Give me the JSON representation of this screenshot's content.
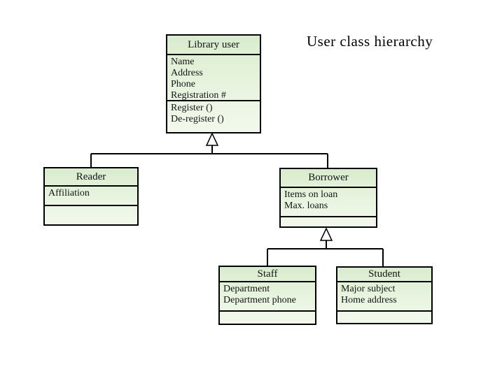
{
  "title": "User class hierarchy",
  "colors": {
    "background": "#ffffff",
    "box_fill_top": "#d9ecce",
    "box_fill_bottom": "#f2f9ec",
    "box_border": "#000000",
    "connector": "#000000",
    "arrowhead_fill": "#ffffff",
    "text": "#141414"
  },
  "diagram": {
    "type": "uml-class-hierarchy",
    "classes": [
      {
        "id": "library-user",
        "name": "Library user",
        "attributes": [
          "Name",
          "Address",
          "Phone",
          "Registration #"
        ],
        "operations": [
          "Register ()",
          "De-register ()"
        ]
      },
      {
        "id": "reader",
        "name": "Reader",
        "attributes": [
          "Affiliation"
        ],
        "operations": []
      },
      {
        "id": "borrower",
        "name": "Borrower",
        "attributes": [
          "Items on loan",
          "Max. loans"
        ],
        "operations": []
      },
      {
        "id": "staff",
        "name": "Staff",
        "attributes": [
          "Department",
          "Department phone"
        ],
        "operations": []
      },
      {
        "id": "student",
        "name": "Student",
        "attributes": [
          "Major subject",
          "Home address"
        ],
        "operations": []
      }
    ],
    "relationships": [
      {
        "type": "generalization",
        "parent": "Library user",
        "children": [
          "Reader",
          "Borrower"
        ]
      },
      {
        "type": "generalization",
        "parent": "Borrower",
        "children": [
          "Staff",
          "Student"
        ]
      }
    ]
  }
}
